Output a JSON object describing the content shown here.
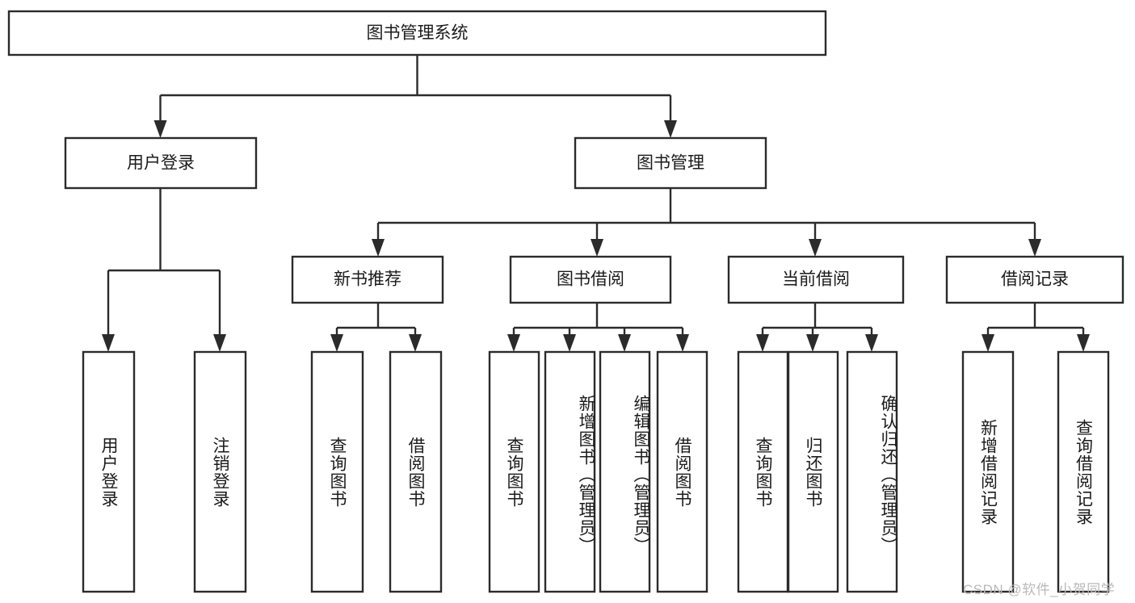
{
  "diagram": {
    "type": "tree-hierarchy",
    "title": "图书管理系统",
    "root": {
      "id": "root",
      "label": "图书管理系统",
      "level": 0
    },
    "level1": [
      {
        "id": "user-login",
        "label": "用户登录"
      },
      {
        "id": "book-manage",
        "label": "图书管理"
      }
    ],
    "level2": [
      {
        "id": "new-book-recommend",
        "label": "新书推荐",
        "parent": "book-manage"
      },
      {
        "id": "book-borrow",
        "label": "图书借阅",
        "parent": "book-manage"
      },
      {
        "id": "current-borrow",
        "label": "当前借阅",
        "parent": "book-manage"
      },
      {
        "id": "borrow-record",
        "label": "借阅记录",
        "parent": "book-manage"
      }
    ],
    "leaves": [
      {
        "id": "leaf-user-login",
        "label": "用户登录",
        "parent": "user-login"
      },
      {
        "id": "leaf-logout-login",
        "label": "注销登录",
        "parent": "user-login"
      },
      {
        "id": "leaf-query-book-1",
        "label": "查询图书",
        "parent": "new-book-recommend"
      },
      {
        "id": "leaf-borrow-book-1",
        "label": "借阅图书",
        "parent": "new-book-recommend"
      },
      {
        "id": "leaf-query-book-2",
        "label": "查询图书",
        "parent": "book-borrow"
      },
      {
        "id": "leaf-add-book",
        "label": "新增图书（管理员）",
        "parent": "book-borrow"
      },
      {
        "id": "leaf-edit-book",
        "label": "编辑图书（管理员）",
        "parent": "book-borrow"
      },
      {
        "id": "leaf-borrow-book-2",
        "label": "借阅图书",
        "parent": "book-borrow"
      },
      {
        "id": "leaf-query-book-3",
        "label": "查询图书",
        "parent": "current-borrow"
      },
      {
        "id": "leaf-return-book",
        "label": "归还图书",
        "parent": "current-borrow"
      },
      {
        "id": "leaf-confirm-return",
        "label": "确认归还（管理员）",
        "parent": "current-borrow"
      },
      {
        "id": "leaf-add-record",
        "label": "新增借阅记录",
        "parent": "borrow-record"
      },
      {
        "id": "leaf-query-record",
        "label": "查询借阅记录",
        "parent": "borrow-record"
      }
    ]
  },
  "watermark": {
    "text": "CSDN @软件_小贺同学"
  },
  "colors": {
    "stroke": "#2b2b2b",
    "background": "#ffffff",
    "text": "#1b1b1b",
    "watermark": "#b9b9b9"
  }
}
